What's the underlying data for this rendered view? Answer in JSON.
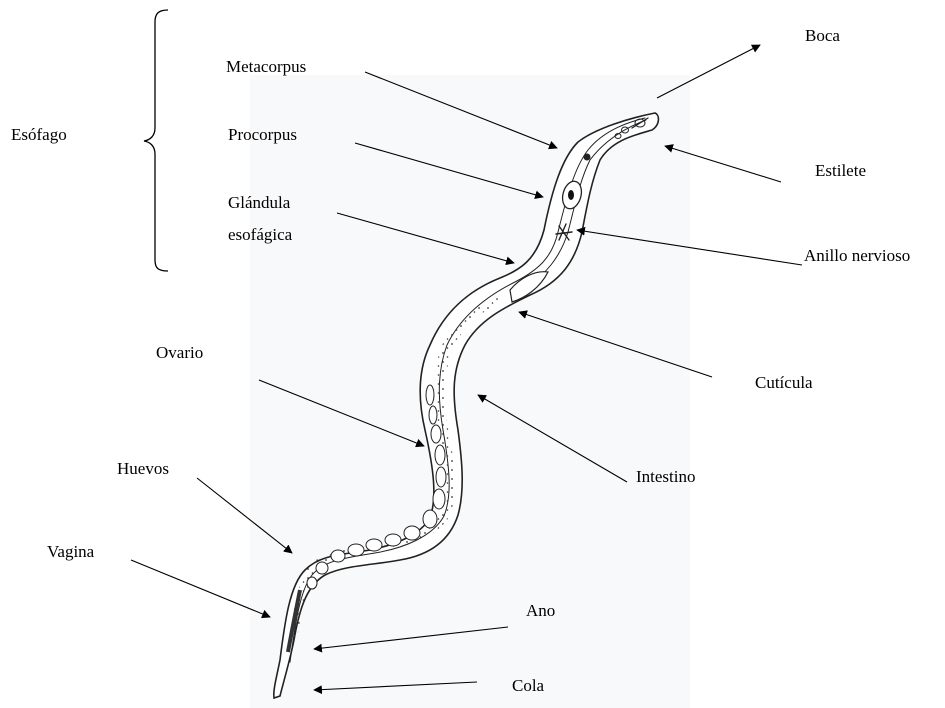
{
  "group": {
    "label": "Esófago"
  },
  "labels": {
    "metacorpus": "Metacorpus",
    "procorpus": "Procorpus",
    "glandula_1": "Glándula",
    "glandula_2": "esofágica",
    "boca": "Boca",
    "estilete": "Estilete",
    "anillo": "Anillo nervioso",
    "cuticula": "Cutícula",
    "ovario": "Ovario",
    "intestino": "Intestino",
    "huevos": "Huevos",
    "vagina": "Vagina",
    "ano": "Ano",
    "cola": "Cola"
  },
  "colors": {
    "ink": "#1a1a1a",
    "line": "#000000",
    "paper_shade": "#f7f8fa"
  }
}
